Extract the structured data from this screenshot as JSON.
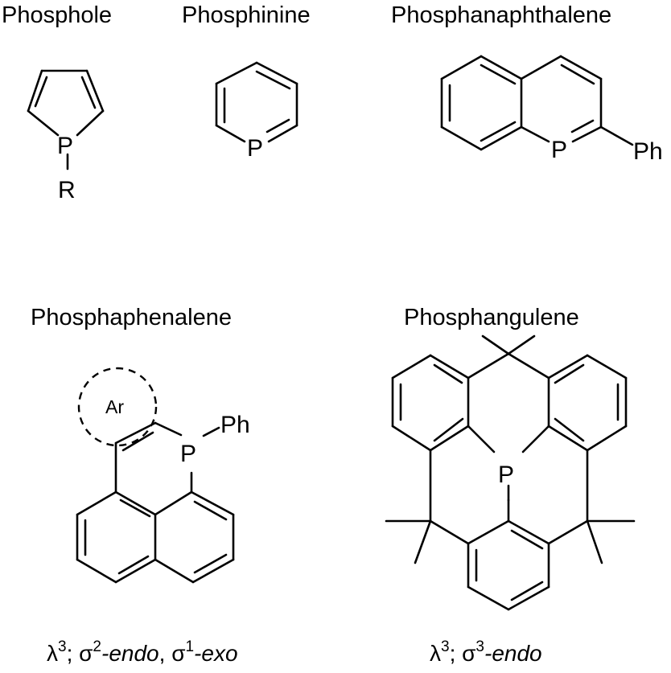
{
  "structures": {
    "phosphole": {
      "title": "Phosphole",
      "atom_p": "P",
      "atom_r": "R"
    },
    "phosphinine": {
      "title": "Phosphinine",
      "atom_p": "P"
    },
    "phosphanaphthalene": {
      "title": "Phosphanaphthalene",
      "atom_p": "P",
      "atom_ph": "Ph"
    },
    "phosphaphenalene": {
      "title": "Phosphaphenalene",
      "atom_p": "P",
      "atom_ph": "Ph",
      "atom_ar": "Ar",
      "caption": {
        "lambda": "λ",
        "sup1": "3",
        "sep1": "; ",
        "sigma1": "σ",
        "sup2": "2",
        "endo": "-endo",
        "comma": ", ",
        "sigma2": "σ",
        "sup3": "1",
        "exo": "-exo"
      }
    },
    "phosphangulene": {
      "title": "Phosphangulene",
      "atom_p": "P",
      "caption": {
        "lambda": "λ",
        "sup1": "3",
        "sep1": "; ",
        "sigma1": "σ",
        "sup2": "3",
        "endo": "-endo"
      }
    }
  }
}
